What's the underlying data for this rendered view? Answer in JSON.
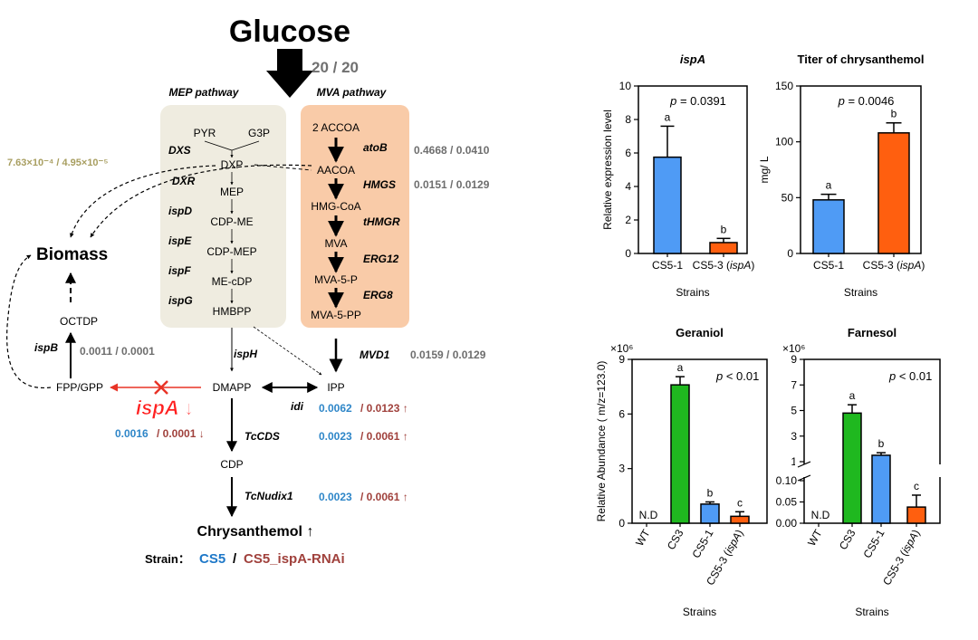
{
  "pathway": {
    "title": "Glucose",
    "top_ratio": "20 / 20",
    "mep_label": "MEP pathway",
    "mva_label": "MVA pathway",
    "mep_nodes": [
      "PYR",
      "G3P",
      "DXP",
      "MEP",
      "CDP-ME",
      "CDP-MEP",
      "ME-cDP",
      "HMBPP"
    ],
    "mep_genes": [
      "DXS",
      "DXR",
      "ispD",
      "ispE",
      "ispF",
      "ispG"
    ],
    "mva_nodes": [
      "2 ACCOA",
      "AACOA",
      "HMG-CoA",
      "MVA",
      "MVA-5-P",
      "MVA-5-PP"
    ],
    "mva_genes": [
      "atoB",
      "HMGS",
      "tHMGR",
      "ERG12",
      "ERG8"
    ],
    "biomass": "Biomass",
    "dxs_ratio": "7.63×10⁻⁴ / 4.95×10⁻⁵",
    "ratio_atoB": "0.4668  / 0.0410",
    "ratio_hmgs": "0.0151 / 0.0129",
    "ratio_mvd1": "0.0159 / 0.0129",
    "ratio_ispB": "0.0011  / 0.0001",
    "octdp": "OCTDP",
    "ispB": "ispB",
    "fppgpp": "FPP/GPP",
    "dmapp": "DMAPP",
    "ipp": "IPP",
    "ispH": "ispH",
    "MVD1": "MVD1",
    "idi": "idi",
    "idi_cs5": "0.0062",
    "idi_rnai": "/ 0.0123 ↑",
    "ispA_label": "ispA ↓",
    "ispA_cs5": "0.0016",
    "ispA_rnai": "/ 0.0001 ↓",
    "tccds": "TcCDS",
    "tccds_cs5": "0.0023",
    "tccds_rnai": "/ 0.0061 ↑",
    "cdp": "CDP",
    "tcnudix": "TcNudix1",
    "tcnudix_cs5": "0.0023",
    "tcnudix_rnai": "/ 0.0061 ↑",
    "product": "Chrysanthemol ↑",
    "strain_prefix": "Strain：",
    "strain_cs5": "CS5",
    "strain_sep": "/",
    "strain_rnai": "CS5_ispA-RNAi"
  },
  "chart_data": [
    {
      "type": "bar",
      "title": "ispA",
      "categories": [
        "CS5-1",
        "CS5-3 (ispA)"
      ],
      "values": [
        5.75,
        0.65
      ],
      "errors": [
        1.85,
        0.25
      ],
      "letters": [
        "a",
        "b"
      ],
      "colors": [
        "#4F9BF5",
        "#FF5F0F"
      ],
      "ylabel": "Relative expression level",
      "xlabel": "Strains",
      "ylim": [
        0,
        10
      ],
      "yticks": [
        "0",
        "2",
        "4",
        "6",
        "8",
        "10"
      ],
      "p_value": "p  =  0.0391"
    },
    {
      "type": "bar",
      "title": "Titer of chrysanthemol",
      "categories": [
        "CS5-1",
        "CS5-3 (ispA)"
      ],
      "values": [
        48,
        108
      ],
      "errors": [
        5,
        9
      ],
      "letters": [
        "a",
        "b"
      ],
      "colors": [
        "#4F9BF5",
        "#FF5F0F"
      ],
      "ylabel": "mg/ L",
      "xlabel": "Strains",
      "ylim": [
        0,
        150
      ],
      "yticks": [
        "0",
        "50",
        "100",
        "150"
      ],
      "p_value": "p = 0.0046"
    },
    {
      "type": "bar",
      "title": "Geraniol",
      "categories": [
        "WT",
        "CS3",
        "CS5-1",
        "CS5-3 (ispA)"
      ],
      "values": [
        0,
        7.6,
        1.05,
        0.38
      ],
      "errors": [
        0,
        0.45,
        0.12,
        0.25
      ],
      "letters": [
        "N.D",
        "a",
        "b",
        "c"
      ],
      "colors": [
        "#1FB81F",
        "#1FB81F",
        "#4F9BF5",
        "#FF5F0F"
      ],
      "ylabel": "Relative Abundance ( m/z=123.0)",
      "multiplier": "×10⁶",
      "xlabel": "Strains",
      "ylim": [
        0,
        9
      ],
      "yticks": [
        "0",
        "3",
        "6",
        "9"
      ],
      "p_value": "p < 0.01"
    },
    {
      "type": "bar",
      "title": "Farnesol",
      "categories": [
        "WT",
        "CS3",
        "CS5-1",
        "CS5-3 (ispA)"
      ],
      "values": [
        0,
        4.8,
        1.5,
        0.038
      ],
      "errors": [
        0,
        0.65,
        0.2,
        0.028
      ],
      "letters": [
        "N.D",
        "a",
        "b",
        "c"
      ],
      "colors": [
        "#1FB81F",
        "#1FB81F",
        "#4F9BF5",
        "#FF5F0F"
      ],
      "multiplier": "×10⁶",
      "xlabel": "Strains",
      "yticks_top": [
        "1",
        "3",
        "5",
        "7",
        "9"
      ],
      "yticks_bottom": [
        "0.00",
        "0.05",
        "0.10"
      ],
      "ylim_bottom": [
        0,
        0.1
      ],
      "ylim_top": [
        1,
        9
      ],
      "p_value": "p < 0.01"
    }
  ]
}
